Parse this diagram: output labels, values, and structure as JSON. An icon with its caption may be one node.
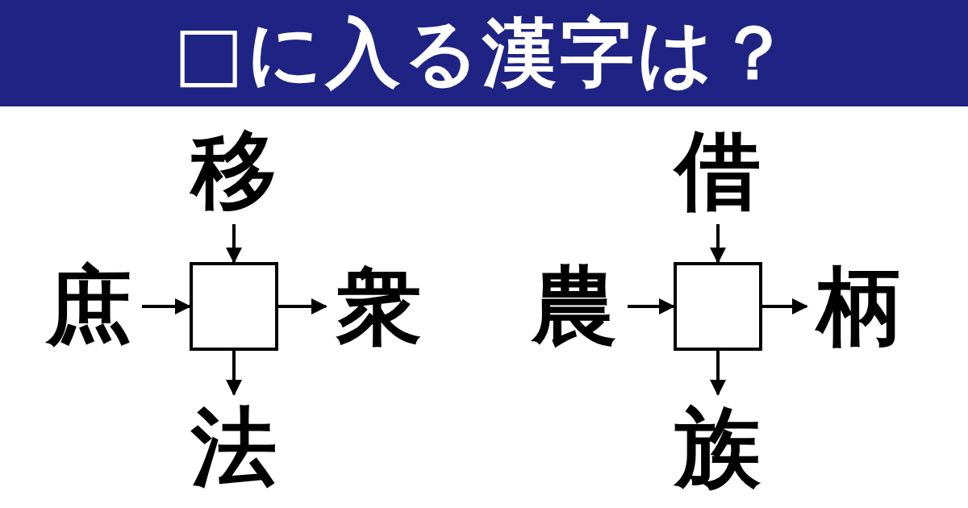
{
  "diagram": {
    "title": "□に入る漢字は？",
    "nodes": [
      {
        "text": [
          "移"
        ]
      },
      {
        "text": [
          "庶"
        ]
      },
      {
        "text": [],
        "shape": "box"
      },
      {
        "text": [
          "衆"
        ]
      },
      {
        "text": [
          "法"
        ]
      },
      {
        "text": [
          "借"
        ]
      },
      {
        "text": [
          "農"
        ]
      },
      {
        "text": [],
        "shape": "box"
      },
      {
        "text": [
          "柄"
        ]
      },
      {
        "text": [
          "族"
        ]
      }
    ],
    "edges": [
      {
        "from": 0,
        "to": 2,
        "arrow": "to"
      },
      {
        "from": 1,
        "to": 2,
        "arrow": "to"
      },
      {
        "from": 2,
        "to": 3,
        "arrow": "to"
      },
      {
        "from": 2,
        "to": 4,
        "arrow": "to"
      },
      {
        "from": 5,
        "to": 7,
        "arrow": "to"
      },
      {
        "from": 6,
        "to": 7,
        "arrow": "to"
      },
      {
        "from": 7,
        "to": 8,
        "arrow": "to"
      },
      {
        "from": 7,
        "to": 9,
        "arrow": "to"
      }
    ]
  }
}
